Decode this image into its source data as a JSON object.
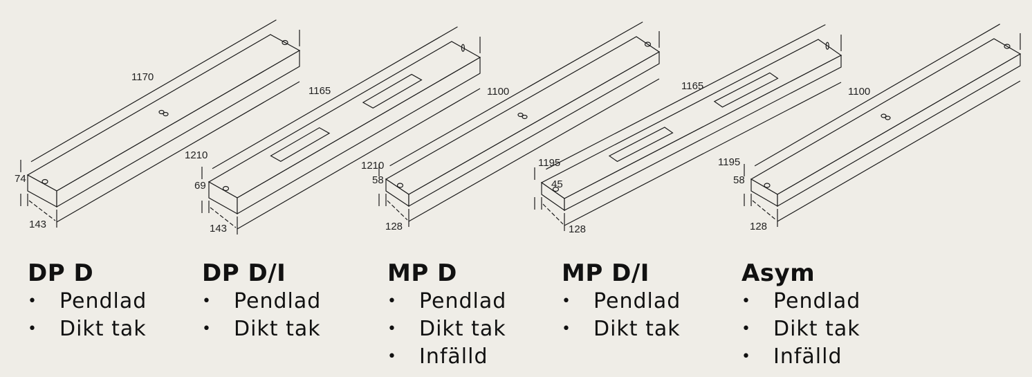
{
  "colors": {
    "background": "#efede7",
    "line": "#1a1a1a",
    "text": "#111111"
  },
  "products": [
    {
      "name": "DP D",
      "features": [
        "Pendlad",
        "Dikt tak"
      ],
      "dimensions": {
        "length_top": "1170",
        "height": "74",
        "width": "143"
      }
    },
    {
      "name": "DP D/I",
      "features": [
        "Pendlad",
        "Dikt tak"
      ],
      "dimensions": {
        "length_top": "1165",
        "length_bottom": "1210",
        "height": "69",
        "width": "143"
      }
    },
    {
      "name": "MP D",
      "features": [
        "Pendlad",
        "Dikt tak",
        "Infälld"
      ],
      "dimensions": {
        "length_top": "1100",
        "length_bottom": "1210",
        "height": "58",
        "width": "128"
      }
    },
    {
      "name": "MP D/I",
      "features": [
        "Pendlad",
        "Dikt tak"
      ],
      "dimensions": {
        "length_top": "1165",
        "length_bottom": "1195",
        "height": "45",
        "width": "128"
      }
    },
    {
      "name": "Asym",
      "features": [
        "Pendlad",
        "Dikt tak",
        "Infälld"
      ],
      "dimensions": {
        "length_top": "1100",
        "length_bottom": "1195",
        "height": "58",
        "width": "128"
      }
    }
  ],
  "bullet": "•"
}
